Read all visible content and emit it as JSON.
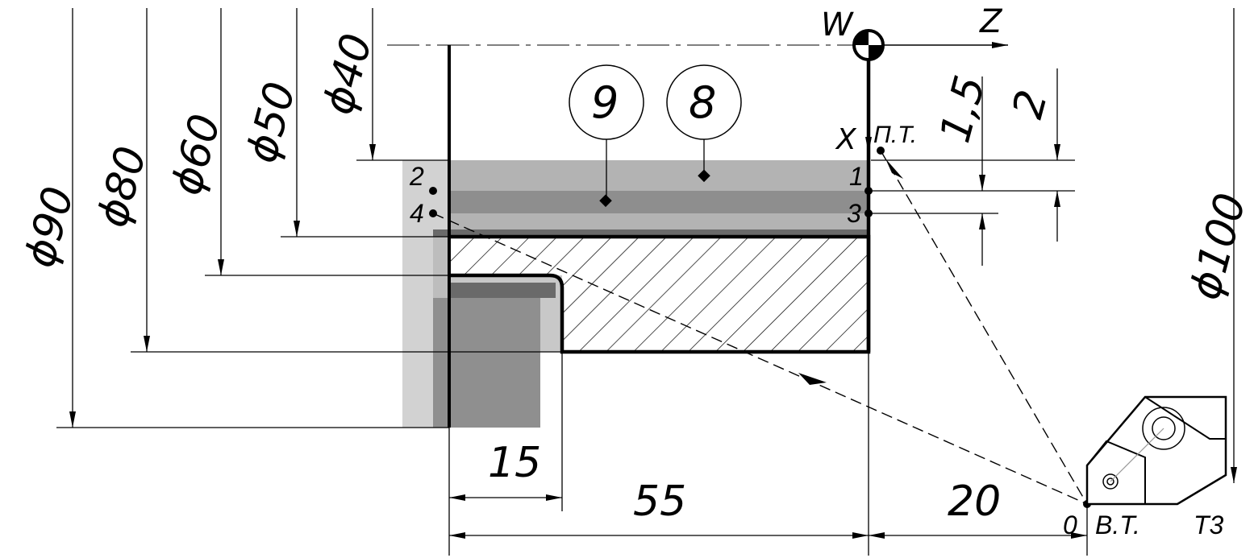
{
  "diameters": {
    "d90": "ϕ90",
    "d80": "ϕ80",
    "d60": "ϕ60",
    "d50": "ϕ50",
    "d40": "ϕ40",
    "d100": "ϕ100"
  },
  "lengths": {
    "l15": "15",
    "l55": "55",
    "l20": "20",
    "step_1_5": "1,5",
    "step_2": "2"
  },
  "axes": {
    "origin": "W",
    "z": "Z",
    "x": "X"
  },
  "points": {
    "p1": "1",
    "p2": "2",
    "p3": "3",
    "p4": "4",
    "p0": "0",
    "start_point": "П.Т.",
    "tool_change_point": "В.Т.",
    "tool": "Т3"
  },
  "balloons": {
    "b9": "9",
    "b8": "8"
  },
  "colors": {
    "outline": "#000000",
    "layer_light": "#cfcfcf",
    "layer_mid": "#b3b3b3",
    "layer_dark": "#8f8f8f",
    "layer_darker": "#6f6f6f"
  }
}
